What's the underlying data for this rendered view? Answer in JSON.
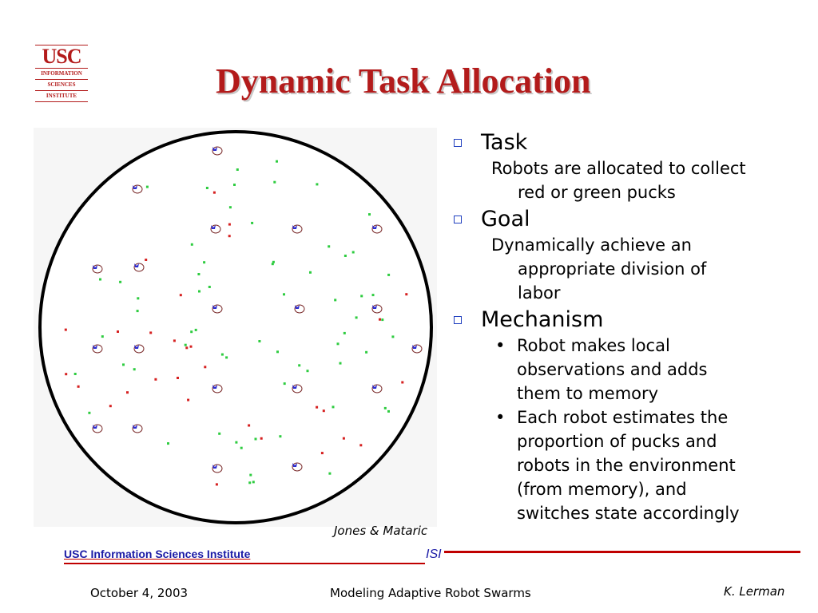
{
  "logo": {
    "mark": "USC",
    "line1": "INFORMATION",
    "line2": "SCIENCES",
    "line3": "INSTITUTE"
  },
  "slide": {
    "title": "Dynamic Task Allocation"
  },
  "figure": {
    "credit": "Jones & Mataric"
  },
  "bullets": {
    "task": {
      "label": "Task",
      "text_lines": [
        "Robots are allocated to collect",
        "red or green pucks"
      ]
    },
    "goal": {
      "label": "Goal",
      "text_lines": [
        "Dynamically achieve an",
        "appropriate division of",
        "labor"
      ]
    },
    "mechanism": {
      "label": "Mechanism",
      "items": [
        {
          "lines": [
            "Robot makes local",
            "observations and adds",
            "them to memory"
          ]
        },
        {
          "lines": [
            "Each robot estimates the",
            "proportion of pucks and",
            "robots in the environment",
            "(from memory), and",
            "switches state accordingly"
          ]
        }
      ]
    }
  },
  "footer": {
    "org": "USC Information Sciences Institute",
    "isi": "ISI",
    "date": "October 4, 2003",
    "talk_title": "Modeling Adaptive Robot Swarms",
    "author": "K. Lerman"
  },
  "colors": {
    "title_red": "#b31b1b",
    "footer_blue": "#1a1aa6",
    "rule_red": "#c00000",
    "bullet_box": "#1f3fbf"
  }
}
